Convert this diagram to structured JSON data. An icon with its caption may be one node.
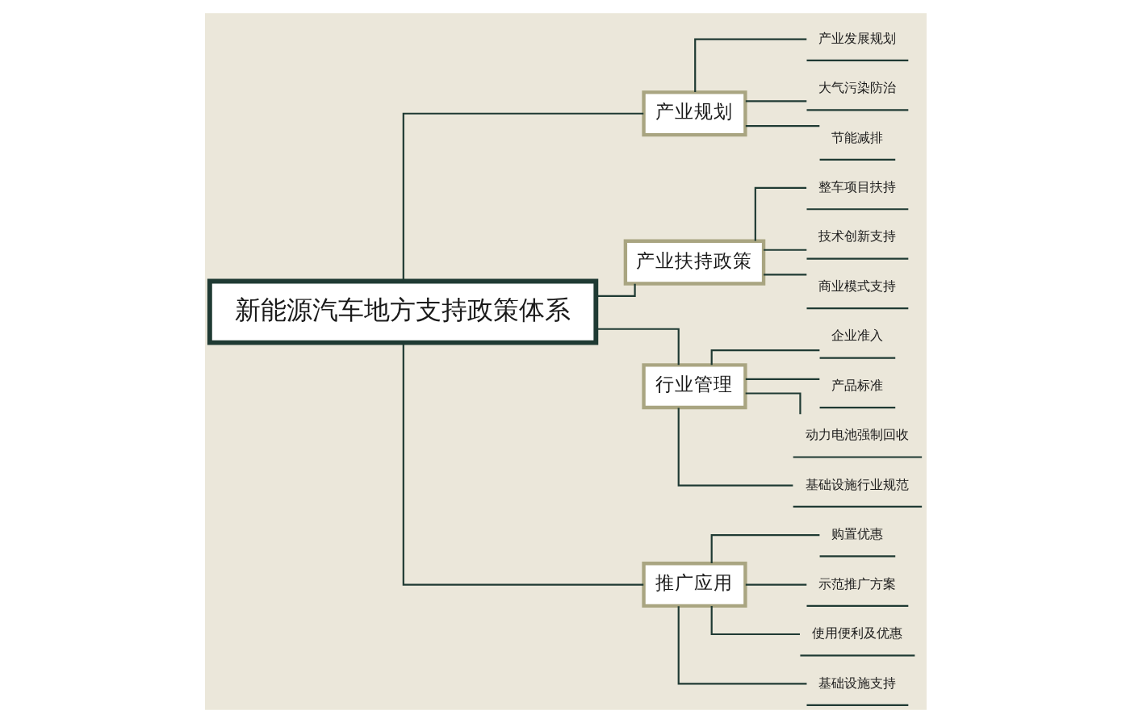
{
  "diagram": {
    "nodes": [
      {
        "text": [
          "新能源汽车地方支持政策体系"
        ]
      },
      {
        "text": [
          "产业规划"
        ]
      },
      {
        "text": [
          "产业发展规划"
        ]
      },
      {
        "text": [
          "大气污染防治"
        ]
      },
      {
        "text": [
          "节能减排"
        ]
      },
      {
        "text": [
          "产业扶持政策"
        ]
      },
      {
        "text": [
          "整车项目扶持"
        ]
      },
      {
        "text": [
          "技术创新支持"
        ]
      },
      {
        "text": [
          "商业模式支持"
        ]
      },
      {
        "text": [
          "行业管理"
        ]
      },
      {
        "text": [
          "企业准入"
        ]
      },
      {
        "text": [
          "产品标准"
        ]
      },
      {
        "text": [
          "动力电池强制回收"
        ]
      },
      {
        "text": [
          "基础设施行业规范"
        ]
      },
      {
        "text": [
          "推广应用"
        ]
      },
      {
        "text": [
          "购置优惠"
        ]
      },
      {
        "text": [
          "示范推广方案"
        ]
      },
      {
        "text": [
          "使用便利及优惠"
        ]
      },
      {
        "text": [
          "基础设施支持"
        ]
      }
    ],
    "edges": [
      {
        "from": 0,
        "to": 1,
        "arrow": "none"
      },
      {
        "from": 1,
        "to": 2,
        "arrow": "none"
      },
      {
        "from": 1,
        "to": 3,
        "arrow": "none"
      },
      {
        "from": 1,
        "to": 4,
        "arrow": "none"
      },
      {
        "from": 0,
        "to": 5,
        "arrow": "none"
      },
      {
        "from": 5,
        "to": 6,
        "arrow": "none"
      },
      {
        "from": 5,
        "to": 7,
        "arrow": "none"
      },
      {
        "from": 5,
        "to": 8,
        "arrow": "none"
      },
      {
        "from": 0,
        "to": 9,
        "arrow": "none"
      },
      {
        "from": 9,
        "to": 10,
        "arrow": "none"
      },
      {
        "from": 9,
        "to": 11,
        "arrow": "none"
      },
      {
        "from": 9,
        "to": 12,
        "arrow": "none"
      },
      {
        "from": 9,
        "to": 13,
        "arrow": "none"
      },
      {
        "from": 0,
        "to": 14,
        "arrow": "none"
      },
      {
        "from": 14,
        "to": 15,
        "arrow": "none"
      },
      {
        "from": 14,
        "to": 16,
        "arrow": "none"
      },
      {
        "from": 14,
        "to": 17,
        "arrow": "none"
      },
      {
        "from": 14,
        "to": 18,
        "arrow": "none"
      }
    ]
  }
}
